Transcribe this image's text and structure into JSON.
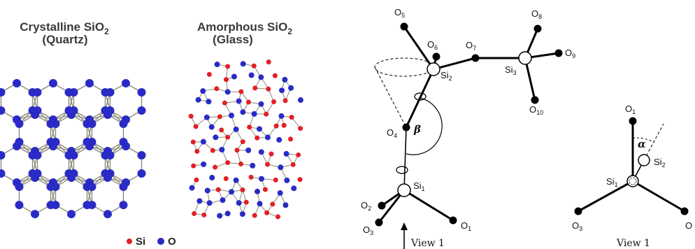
{
  "left_panel": {
    "crystal_title": "Crystalline SiO",
    "crystal_title_sub": "2",
    "crystal_subtitle": "(Quartz)",
    "amorph_title": "Amorphous SiO",
    "amorph_title_sub": "2",
    "amorph_subtitle": "(Glass)",
    "legend": {
      "si": "Si",
      "o": "O"
    },
    "colors": {
      "si": "#e21f26",
      "o": "#2a2bc6",
      "bond": "#8a8a7a"
    }
  },
  "right_panel": {
    "atoms": {
      "O5": {
        "main": "O",
        "sub": "5"
      },
      "O6": {
        "main": "O",
        "sub": "6"
      },
      "O7": {
        "main": "O",
        "sub": "7"
      },
      "O8": {
        "main": "O",
        "sub": "8"
      },
      "O9": {
        "main": "O",
        "sub": "9"
      },
      "O10": {
        "main": "O",
        "sub": "10"
      },
      "Si2": {
        "main": "Si",
        "sub": "2"
      },
      "Si3": {
        "main": "Si",
        "sub": "3"
      },
      "O4": {
        "main": "O",
        "sub": "4"
      },
      "Si1": {
        "main": "Si",
        "sub": "1"
      },
      "O2": {
        "main": "O",
        "sub": "2"
      },
      "O3": {
        "main": "O",
        "sub": "3"
      },
      "O1": {
        "main": "O",
        "sub": "1"
      }
    },
    "beta": "β",
    "view_label": "View 1",
    "view2": {
      "O1": {
        "main": "O",
        "sub": "1"
      },
      "Si2": {
        "main": "Si",
        "sub": "2"
      },
      "Si1": {
        "main": "Si",
        "sub": "1"
      },
      "O3": {
        "main": "O",
        "sub": "3"
      },
      "O": "O",
      "alpha": "α",
      "view_label": "View 1"
    }
  }
}
